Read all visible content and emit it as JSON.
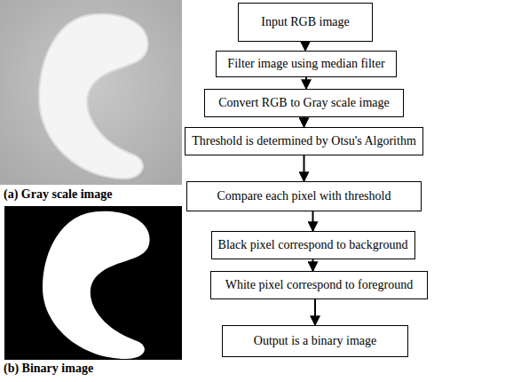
{
  "diagram": {
    "nodes": [
      {
        "text": [
          "Input RGB image"
        ]
      },
      {
        "text": [
          "Filter image using median filter"
        ]
      },
      {
        "text": [
          "Convert RGB to Gray scale image"
        ]
      },
      {
        "text": [
          "Threshold is determined by Otsu's Algorithm"
        ]
      },
      {
        "text": [
          "Compare each pixel with threshold"
        ]
      },
      {
        "text": [
          "Black pixel correspond to background"
        ]
      },
      {
        "text": [
          "White pixel correspond to foreground"
        ]
      },
      {
        "text": [
          "Output is a binary image"
        ]
      }
    ],
    "edges": [
      {
        "from": 0,
        "to": 1,
        "arrow": "to"
      },
      {
        "from": 1,
        "to": 2,
        "arrow": "to"
      },
      {
        "from": 2,
        "to": 3,
        "arrow": "to"
      },
      {
        "from": 3,
        "to": 4,
        "arrow": "to"
      },
      {
        "from": 4,
        "to": 5,
        "arrow": "to"
      },
      {
        "from": 5,
        "to": 6,
        "arrow": "to"
      },
      {
        "from": 6,
        "to": 7,
        "arrow": "to"
      }
    ],
    "labels": [
      "(a) Gray scale image",
      "(b) Binary image"
    ]
  }
}
